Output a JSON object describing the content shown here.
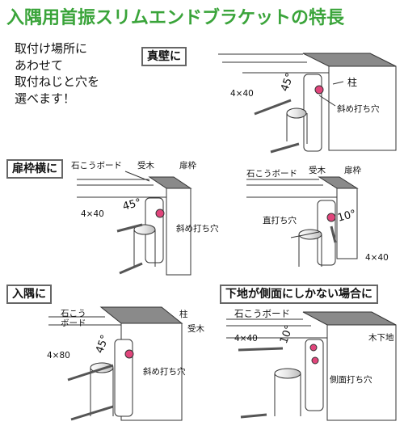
{
  "title": "入隅用首振スリムエンドブラケットの特長",
  "intro": "取付け場所に\nあわせて\n取付ねじと穴を\n選べます！",
  "panels": {
    "wall": {
      "title": "真壁に",
      "screw": "4×40",
      "angle": "45°",
      "pillar": "柱",
      "hole": "斜め打ち穴"
    },
    "frame_left": {
      "title": "扉枠横に",
      "board": "石こうボード",
      "stud": "受木",
      "frame": "扉枠",
      "screw": "4×40",
      "angle": "45°",
      "hole": "斜め打ち穴"
    },
    "frame_right": {
      "board": "石こうボード",
      "stud": "受木",
      "frame": "扉枠",
      "hole": "直打ち穴",
      "angle": "10°",
      "screw": "4×40"
    },
    "corner": {
      "title": "入隅に",
      "board": "石こう\nボード",
      "pillar": "柱",
      "stud": "受木",
      "screw": "4×80",
      "angle": "45°",
      "hole": "斜め打ち穴"
    },
    "side": {
      "title": "下地が側面にしかない場合に",
      "board": "石こうボード",
      "screw": "4×40",
      "angle": "10°",
      "base": "木下地",
      "hole": "側面打ち穴"
    }
  },
  "colors": {
    "title_green": "#3aa43a",
    "pink": "#e0457b",
    "gray": "#888888"
  }
}
